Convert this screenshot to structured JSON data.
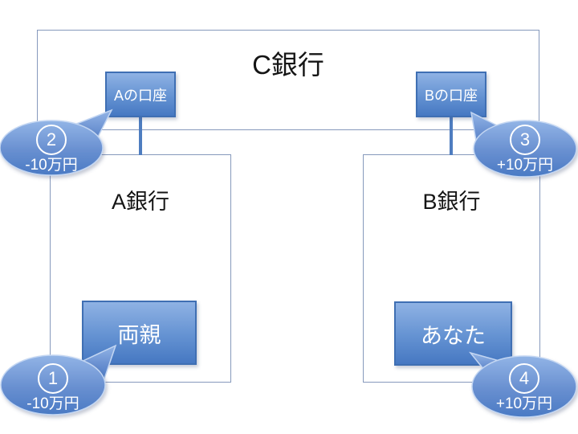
{
  "diagram": {
    "title_bank": {
      "label": "C銀行"
    },
    "left_bank": {
      "label": "A銀行"
    },
    "right_bank": {
      "label": "B銀行"
    },
    "left_account": {
      "label": "Aの口座"
    },
    "right_account": {
      "label": "Bの口座"
    },
    "left_person": {
      "label": "両親"
    },
    "right_person": {
      "label": "あなた"
    },
    "callouts": [
      {
        "number": "1",
        "amount": "-10万円"
      },
      {
        "number": "2",
        "amount": "-10万円"
      },
      {
        "number": "3",
        "amount": "+10万円"
      },
      {
        "number": "4",
        "amount": "+10万円"
      }
    ],
    "colors": {
      "shape_fill_top": "#8fb2e4",
      "shape_fill_bottom": "#4678c2",
      "shape_border": "#3f6fb3",
      "callout_border": "#c3d6f2",
      "outline_box_border": "#8699bc",
      "connector": "#4e7dc0",
      "text_dark": "#151515",
      "text_light": "#ffffff"
    }
  }
}
